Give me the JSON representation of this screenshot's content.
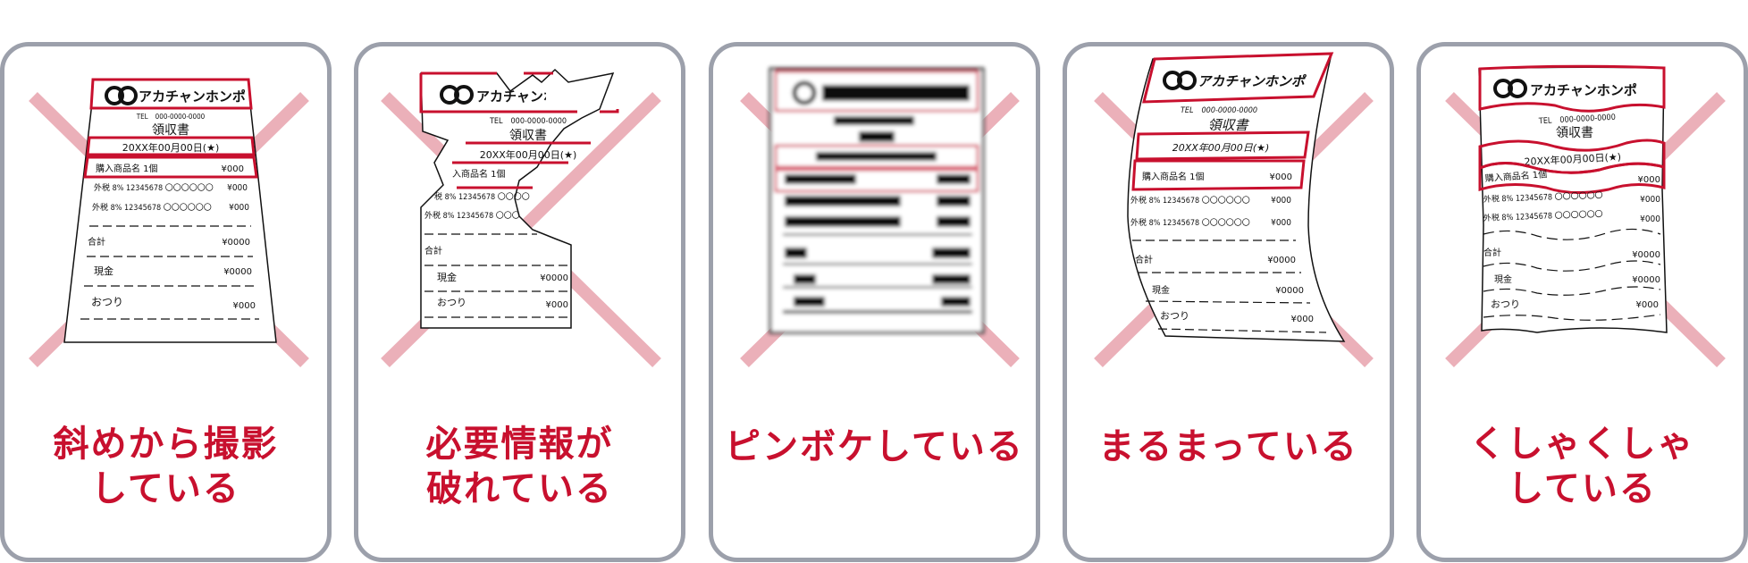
{
  "colors": {
    "card_border": "#9ca0ab",
    "label_text": "#c8102e",
    "x_mark": "#ebb0b9",
    "receipt_highlight": "#c8102e"
  },
  "receipt": {
    "store_logo": "ah",
    "store_name": "アカチャンホンポ",
    "tel": "TEL　000-0000-0000",
    "title": "領収書",
    "date": "20XX年00月00日(★)",
    "item_name": "購入商品名 1個",
    "item_price": "¥000",
    "tax_line_1": "外税 8% 12345678 〇〇〇〇〇〇",
    "tax_price_1": "¥000",
    "tax_line_2": "外税 8% 12345678 〇〇〇〇〇〇",
    "tax_price_2": "¥000",
    "total_label": "合計",
    "total_value": "¥0000",
    "cash_label": "現金",
    "cash_value": "¥0000",
    "change_label": "おつり",
    "change_value": "¥000"
  },
  "cards": [
    {
      "id": "skewed",
      "icon": "x-mark-icon",
      "label_line1": "斜めから撮影",
      "label_line2": "している"
    },
    {
      "id": "torn",
      "icon": "x-mark-icon",
      "label_line1": "必要情報が",
      "label_line2": "破れている"
    },
    {
      "id": "blurry",
      "icon": "x-mark-icon",
      "label_line1": "ピンボケしている",
      "label_line2": ""
    },
    {
      "id": "curled",
      "icon": "x-mark-icon",
      "label_line1": "まるまっている",
      "label_line2": ""
    },
    {
      "id": "crumpled",
      "icon": "x-mark-icon",
      "label_line1": "くしゃくしゃ",
      "label_line2": "している"
    }
  ]
}
